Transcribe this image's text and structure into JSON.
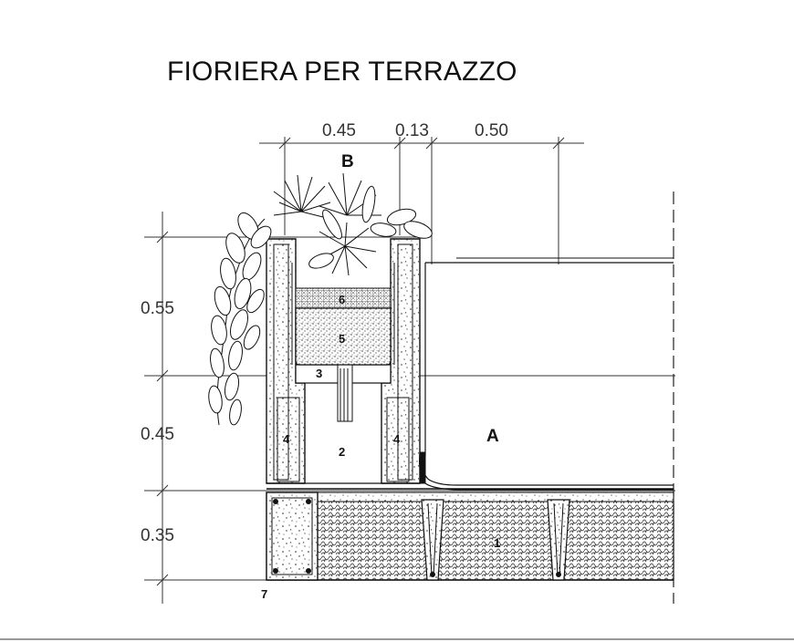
{
  "title": "FIORIERA PER TERRAZZO",
  "dimensions": {
    "horizontal": [
      "0.45",
      "0.13",
      "0.50"
    ],
    "vertical": [
      "0.55",
      "0.45",
      "0.35"
    ]
  },
  "zones": {
    "a": "A",
    "b": "B"
  },
  "numbers": {
    "n1": "1",
    "n2": "2",
    "n3": "3",
    "n4_left": "4",
    "n4_right": "4",
    "n5": "5",
    "n6": "6",
    "n7": "7"
  },
  "colors": {
    "line": "#111111",
    "dim_line": "#333333",
    "background": "#ffffff"
  }
}
